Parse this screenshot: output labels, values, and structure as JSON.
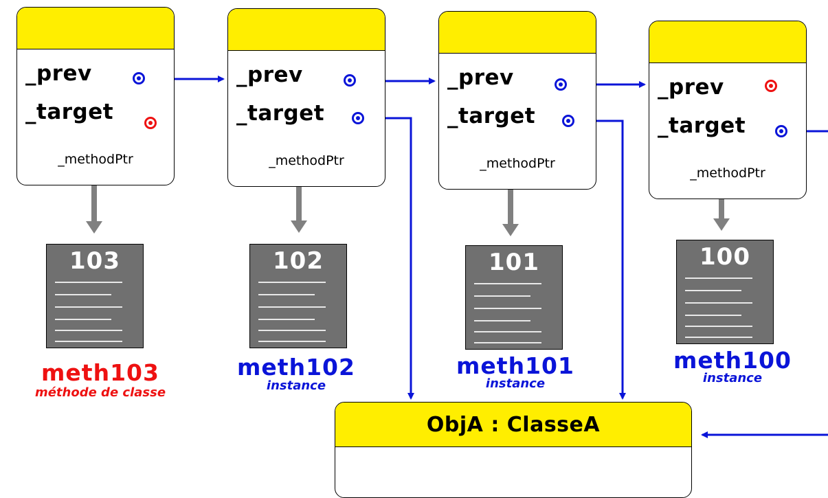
{
  "nodes": [
    {
      "prev": "_prev",
      "target": "_target",
      "method_ptr": "_methodPtr"
    },
    {
      "prev": "_prev",
      "target": "_target",
      "method_ptr": "_methodPtr"
    },
    {
      "prev": "_prev",
      "target": "_target",
      "method_ptr": "_methodPtr"
    },
    {
      "prev": "_prev",
      "target": "_target",
      "method_ptr": "_methodPtr"
    }
  ],
  "methods": [
    {
      "number": "103",
      "name": "meth103",
      "kind": "méthode de classe"
    },
    {
      "number": "102",
      "name": "meth102",
      "kind": "instance"
    },
    {
      "number": "101",
      "name": "meth101",
      "kind": "instance"
    },
    {
      "number": "100",
      "name": "meth100",
      "kind": "instance"
    }
  ],
  "object": {
    "title": "ObjA : ClasseA"
  },
  "colors": {
    "header_yellow": "#ffee00",
    "reference_blue": "#0a14d8",
    "null_red": "#ee1111",
    "arrow_gray": "#808080",
    "code_block_gray": "#707070"
  }
}
